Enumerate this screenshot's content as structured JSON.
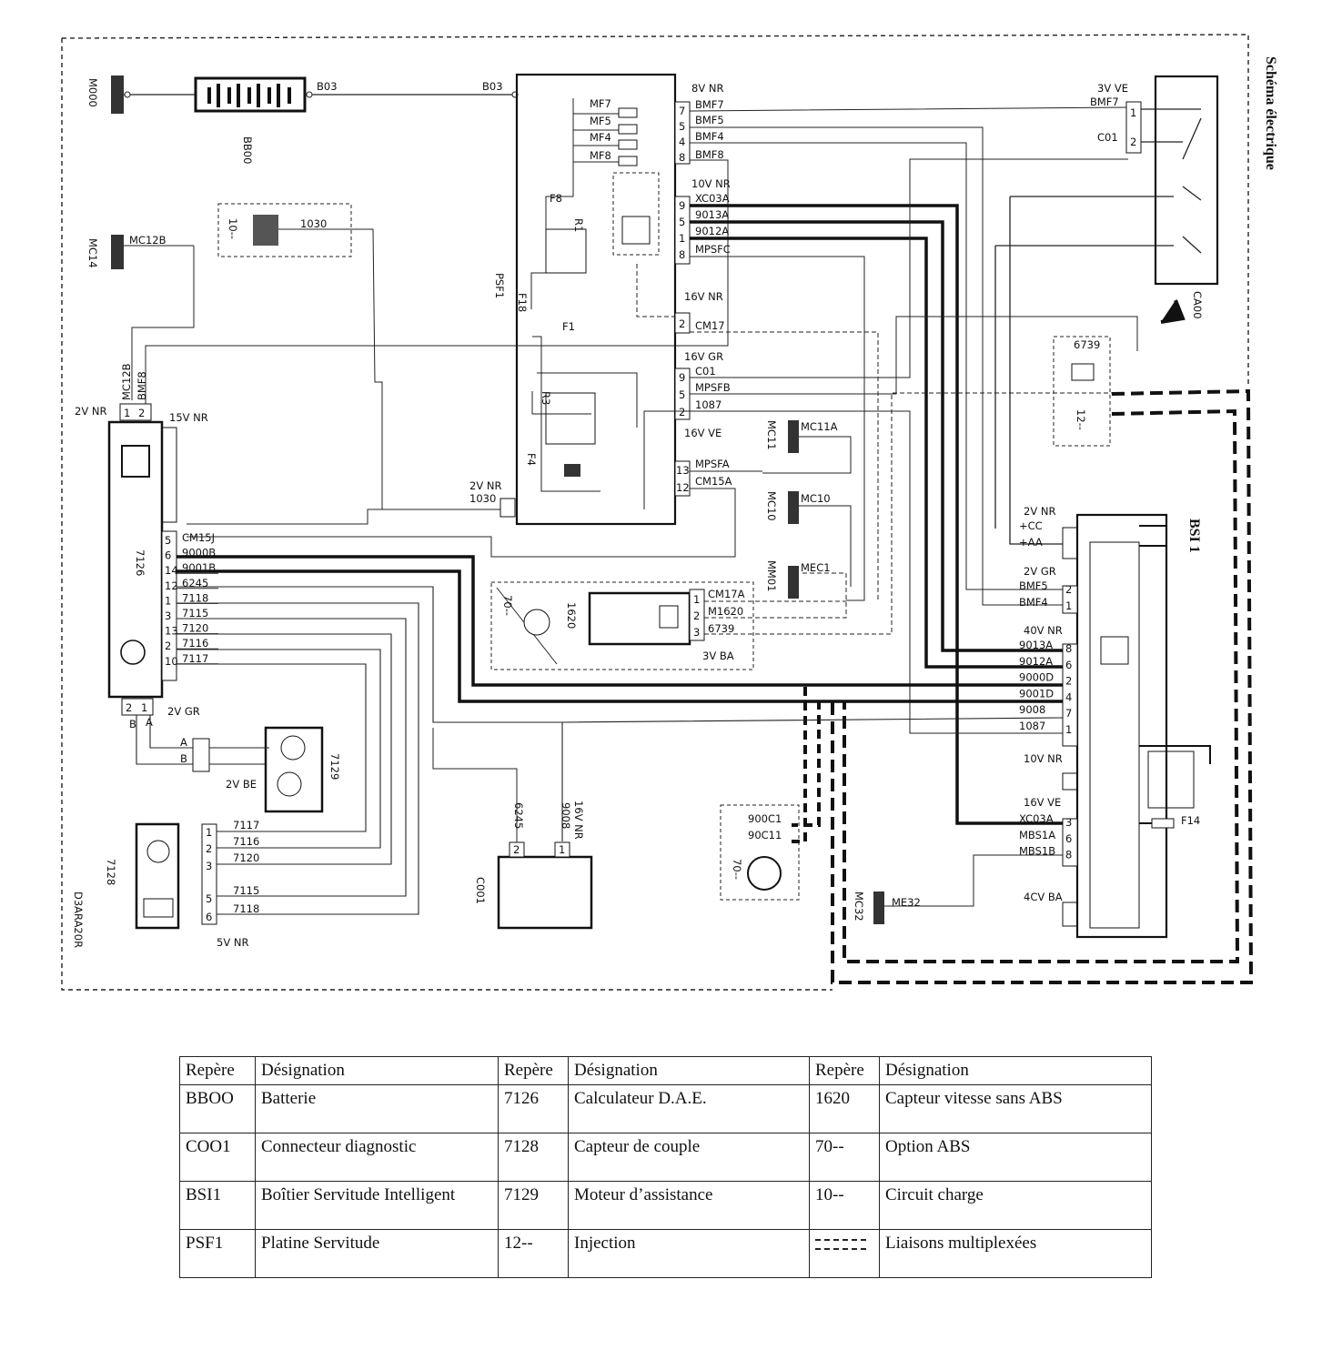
{
  "title": "Schéma électrique",
  "drawing_ref": "D3ARA20R",
  "components": {
    "battery": "BB00",
    "battery_wire": "B03",
    "ground_main": "M000",
    "ground_mc14": "MC14",
    "ground_mc12b": "MC12B",
    "charge_circuit": "10--",
    "charge_wire": "1030",
    "psf1": "PSF1",
    "fuse_labels": [
      "MF7",
      "MF5",
      "MF4",
      "MF8",
      "F8",
      "R1",
      "F18",
      "F1",
      "R3",
      "F4"
    ],
    "psf1_left_conn": "2V NR",
    "psf1_left_pins": [
      "1030"
    ],
    "psf1_right_groups": [
      {
        "label": "8V NR",
        "pins": [
          "7",
          "5",
          "4",
          "8"
        ],
        "wires": [
          "BMF7",
          "BMF5",
          "BMF4",
          "BMF8"
        ]
      },
      {
        "label": "10V NR",
        "pins": [
          "9",
          "5",
          "1",
          "8"
        ],
        "wires": [
          "XC03A",
          "9013A",
          "9012A",
          "MPSFC"
        ]
      },
      {
        "label": "16V NR",
        "pins": [
          "2"
        ],
        "wires": [
          "CM17"
        ]
      },
      {
        "label": "16V GR",
        "pins": [
          "9",
          "5",
          "2"
        ],
        "wires": [
          "C01",
          "MPSFB",
          "1087"
        ]
      },
      {
        "label": "16V VE",
        "pins": [
          "13",
          "12"
        ],
        "wires": [
          "MPSFA",
          "CM15A"
        ]
      }
    ],
    "ca00": "CA00",
    "ca00_conn": "3V VE",
    "ca00_wires": [
      "BMF7",
      "C01"
    ],
    "ca00_pins": [
      "1",
      "2"
    ],
    "inj": "12--",
    "inj_wire": "6739",
    "ecu": "7126",
    "ecu_top_conn": "2V NR",
    "ecu_top_wires": [
      "MC12B",
      "BMF8"
    ],
    "ecu_top_pins": [
      "1",
      "2"
    ],
    "ecu_side_conn": "15V NR",
    "ecu_pins": [
      "5",
      "6",
      "14",
      "12",
      "1",
      "3",
      "13",
      "2",
      "10"
    ],
    "ecu_wires": [
      "CM15J",
      "9000B",
      "9001B",
      "6245",
      "7118",
      "7115",
      "7120",
      "7116",
      "7117"
    ],
    "ecu_bottom_conn": "2V GR",
    "ecu_bottom_pins": [
      "2",
      "1"
    ],
    "ecu_bottom_wires": [
      "B",
      "A"
    ],
    "motor": "7129",
    "motor_conn": "2V BE",
    "motor_wires": [
      "A",
      "B"
    ],
    "torque": "7128",
    "torque_conn": "5V NR",
    "torque_pins": [
      "1",
      "2",
      "3",
      "5",
      "6"
    ],
    "torque_wires": [
      "7117",
      "7116",
      "7120",
      "7115",
      "7118"
    ],
    "diag": "C001",
    "diag_conn": "16V NR",
    "diag_pins": [
      "2",
      "1"
    ],
    "diag_wires": [
      "6245",
      "9008"
    ],
    "sensor": "1620",
    "sensor_option": "70--",
    "sensor_conn": "3V BA",
    "sensor_pins": [
      "1",
      "2",
      "3"
    ],
    "sensor_wires": [
      "CM17A",
      "M1620",
      "6739"
    ],
    "grounds": [
      "MC11",
      "MC11A",
      "MC10",
      "MC10",
      "MM01",
      "MEC1",
      "MC32",
      "ME32"
    ],
    "abs": "70--",
    "abs_wires": [
      "900C1",
      "90C11"
    ],
    "bsi": "BSI 1",
    "bsi_groups": [
      {
        "label": "2V NR",
        "pins": [],
        "wires": [
          "+CC",
          "+AA"
        ]
      },
      {
        "label": "2V GR",
        "pins": [
          "2",
          "1"
        ],
        "wires": [
          "BMF5",
          "BMF4"
        ]
      },
      {
        "label": "40V NR",
        "pins": [
          "8",
          "6",
          "2",
          "4",
          "7",
          "1"
        ],
        "wires": [
          "9013A",
          "9012A",
          "9000D",
          "9001D",
          "9008",
          "1087"
        ]
      },
      {
        "label": "10V NR",
        "pins": [],
        "wires": []
      },
      {
        "label": "16V VE",
        "pins": [
          "3",
          "6",
          "8"
        ],
        "wires": [
          "XC03A",
          "MBS1A",
          "MBS1B"
        ]
      },
      {
        "label": "4CV BA",
        "pins": [],
        "wires": []
      }
    ],
    "bsi_fuse": "F14"
  },
  "legend": {
    "headers": [
      "Repère",
      "Désignation",
      "Repère",
      "Désignation",
      "Repère",
      "Désignation"
    ],
    "rows": [
      [
        "BBOO",
        "Batterie",
        "7126",
        "Calculateur D.A.E.",
        "1620",
        "Capteur vitesse sans ABS"
      ],
      [
        "COO1",
        "Connecteur diagnostic",
        "7128",
        "Capteur de couple",
        "70--",
        "Option ABS"
      ],
      [
        "BSI1",
        "Boîtier Servitude Intelligent",
        "7129",
        "Moteur d’assistance",
        "10--",
        "Circuit charge"
      ],
      [
        "PSF1",
        "Platine Servitude",
        "12--",
        "Injection",
        "",
        "Liaisons multiplexées"
      ]
    ]
  }
}
